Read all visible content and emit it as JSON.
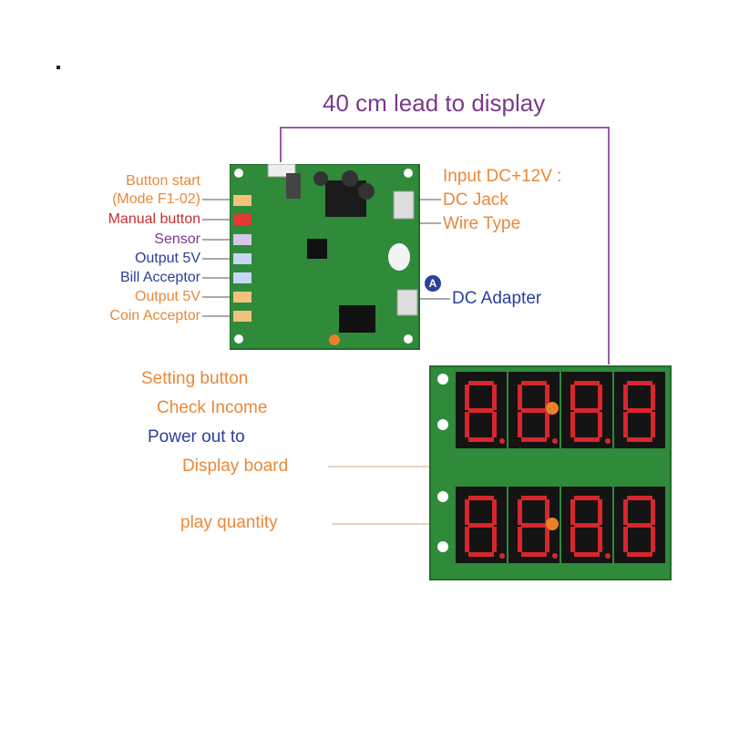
{
  "title": "40 cm lead to display",
  "left_labels": {
    "button_start_line1": "Button start",
    "button_start_line2": "(Mode F1-02)",
    "manual_button": "Manual button",
    "sensor": "Sensor",
    "output_5v_a": "Output 5V",
    "bill_acceptor": "Bill Acceptor",
    "output_5v_b": "Output 5V",
    "coin_acceptor": "Coin Acceptor"
  },
  "right_labels": {
    "input": "Input DC+12V :",
    "dc_jack": "DC Jack",
    "wire_type": "Wire Type",
    "badge": "A",
    "dc_adapter": "DC Adapter"
  },
  "display_labels": {
    "setting_button": "Setting button",
    "check_income": "Check Income",
    "power_out": "Power out to",
    "display_board": "Display board",
    "display_quantity": "play quantity"
  },
  "display": {
    "top_digits": [
      "8.",
      "8.",
      "8.",
      "8"
    ],
    "bottom_digits": [
      "8.",
      "8.",
      "8.",
      "8"
    ]
  },
  "colors": {
    "orange": "#e8893a",
    "red": "#c8302f",
    "blue": "#2b3f9c",
    "purple": "#7a3a8a",
    "pcb_green": "#2f8a3a",
    "led_red": "#d8262c"
  }
}
